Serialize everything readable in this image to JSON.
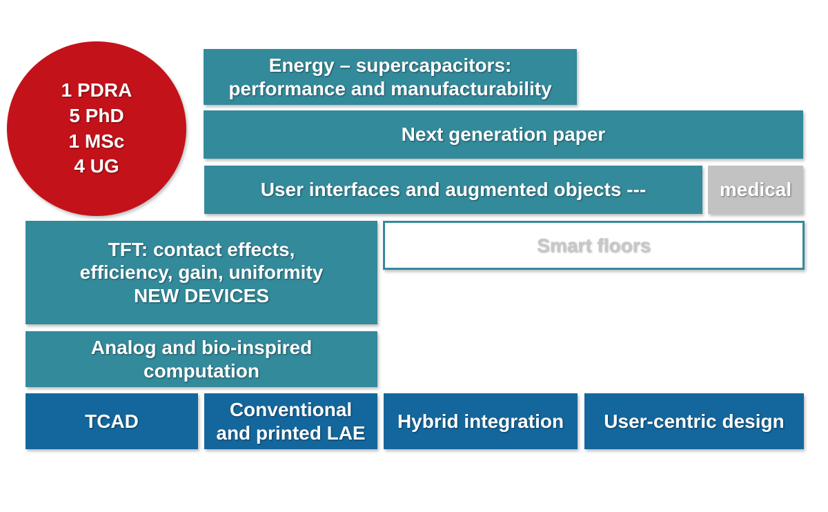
{
  "staff": {
    "lines": [
      "1 PDRA",
      "5 PhD",
      "1 MSc",
      "4 UG"
    ]
  },
  "applications": {
    "energy": [
      "Energy – supercapacitors:",
      "performance  and manufacturability"
    ],
    "paper": "Next generation paper",
    "user_interfaces": "User interfaces and augmented objects ---",
    "medical": "medical",
    "smart_floors": "Smart floors"
  },
  "devices": {
    "tft": [
      "TFT: contact effects,",
      "efficiency, gain, uniformity",
      "NEW DEVICES"
    ],
    "analog": [
      "Analog and bio-inspired",
      "computation"
    ]
  },
  "foundations": {
    "tcad": "TCAD",
    "lae": [
      "Conventional",
      "and printed LAE"
    ],
    "hybrid": "Hybrid integration",
    "user_centric": "User-centric design"
  },
  "colors": {
    "teal": "#338a9b",
    "dark_blue": "#14679c",
    "red": "#c4121a",
    "grey": "#c2c2c2"
  }
}
